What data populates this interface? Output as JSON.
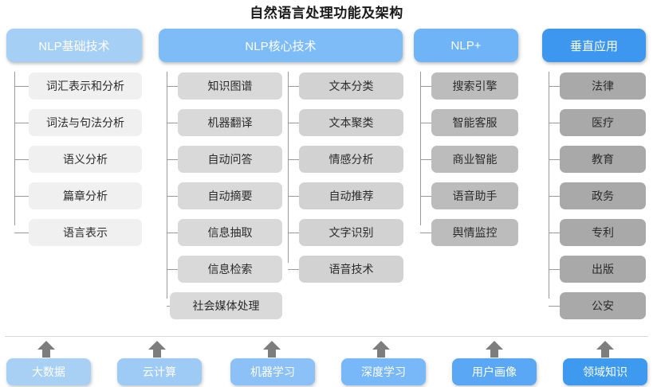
{
  "title": "自然语言处理功能及架构",
  "colors": {
    "header_light": "#a5cff5",
    "header_mid": "#7ebcf7",
    "header_mid2": "#6fb4f7",
    "header_dark": "#3d97ee",
    "node_l1": "#f0f0f0",
    "node_l2": "#d9d9d9",
    "node_l3": "#d2d2d2",
    "node_l4": "#bdbcbc",
    "node_l5": "#aaa9a9",
    "line": "#9a9a9a",
    "arrow": "#7d7d7d",
    "rule": "#d8d8d8"
  },
  "columns": [
    {
      "id": "nlp-basic",
      "header": "NLP基础技术",
      "items": [
        "词汇表示和分析",
        "词法与句法分析",
        "语义分析",
        "篇章分析",
        "语言表示"
      ]
    },
    {
      "id": "nlp-core",
      "header": "NLP核心技术",
      "items": [
        "知识图谱",
        "机器翻译",
        "自动问答",
        "自动摘要",
        "信息抽取",
        "信息检索",
        "社会媒体处理"
      ]
    },
    {
      "id": "nlp-core-2",
      "header": "",
      "items": [
        "文本分类",
        "文本聚类",
        "情感分析",
        "自动推荐",
        "文字识别",
        "语音技术"
      ]
    },
    {
      "id": "nlp-plus",
      "header": "NLP+",
      "items": [
        "搜索引擎",
        "智能客服",
        "商业智能",
        "语音助手",
        "舆情监控"
      ]
    },
    {
      "id": "vertical-apps",
      "header": "垂直应用",
      "items": [
        "法律",
        "医疗",
        "教育",
        "政务",
        "专利",
        "出版",
        "公安"
      ]
    }
  ],
  "foundation": {
    "items": [
      "大数据",
      "云计算",
      "机器学习",
      "深度学习",
      "用户画像",
      "领域知识"
    ]
  },
  "watermark": ""
}
